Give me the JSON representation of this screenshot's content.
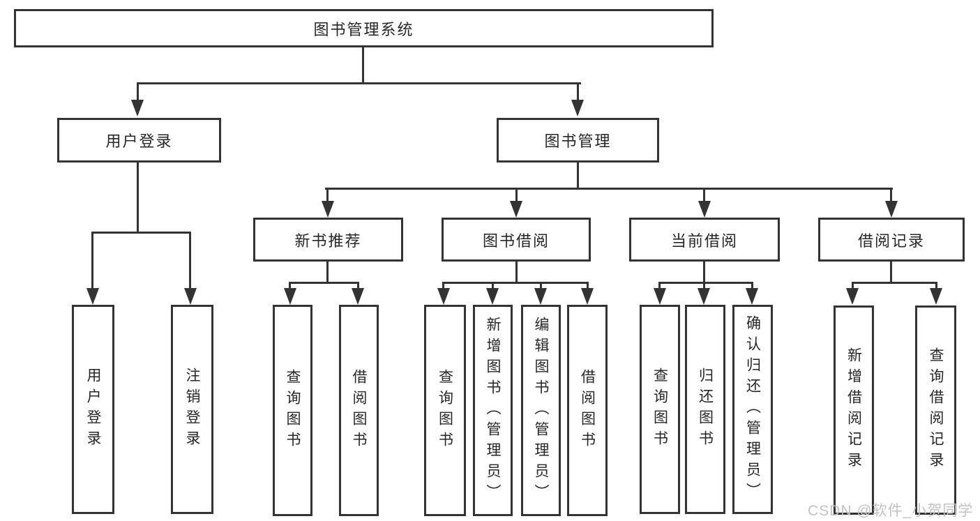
{
  "diagram_title": "图书管理系统",
  "nodes": {
    "root": "图书管理系统",
    "user_login": "用户登录",
    "book_mgmt": "图书管理",
    "user_login_children": [
      "用户登录",
      "注销登录"
    ],
    "new_book": "新书推荐",
    "new_book_children": [
      "查询图书",
      "借阅图书"
    ],
    "book_borrow": "图书借阅",
    "book_borrow_children": [
      "查询图书",
      "新增图书（管理员）",
      "编辑图书（管理员）",
      "借阅图书"
    ],
    "current_borrow": "当前借阅",
    "current_borrow_children": [
      "查询图书",
      "归还图书",
      "确认归还（管理员）"
    ],
    "borrow_record": "借阅记录",
    "borrow_record_children": [
      "新增借阅记录",
      "查询借阅记录"
    ]
  },
  "watermark": "CSDN @软件_小贺同学",
  "colors": {
    "line": "#333333",
    "text": "#262626",
    "watermark": "#c2c2c2",
    "background": "#ffffff"
  }
}
